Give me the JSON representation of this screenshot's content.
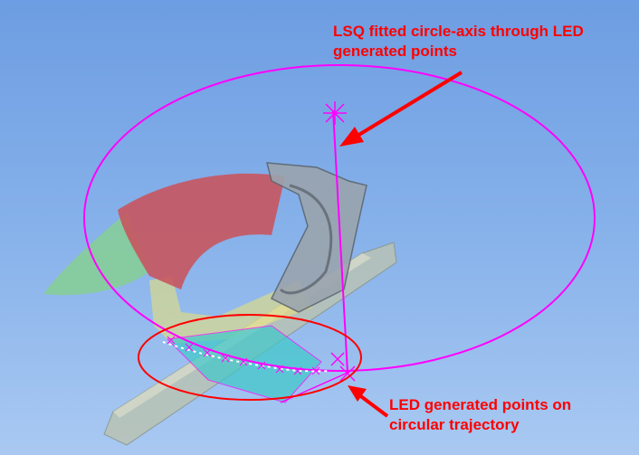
{
  "annotations": {
    "axis_label": "LSQ fitted circle-axis through LED generated points",
    "axis_label_line1": "LSQ fitted circle-axis through LED",
    "axis_label_line2": "generated points",
    "points_label_line1": "LED generated points on",
    "points_label_line2": "circular trajectory"
  },
  "colors": {
    "background_top": "#6d9de2",
    "circle": "#ff00ff",
    "arrow": "#ff0000",
    "highlight_ellipse": "#ff0000",
    "fender": "#c8555f",
    "wedge": "#7ec98a"
  }
}
